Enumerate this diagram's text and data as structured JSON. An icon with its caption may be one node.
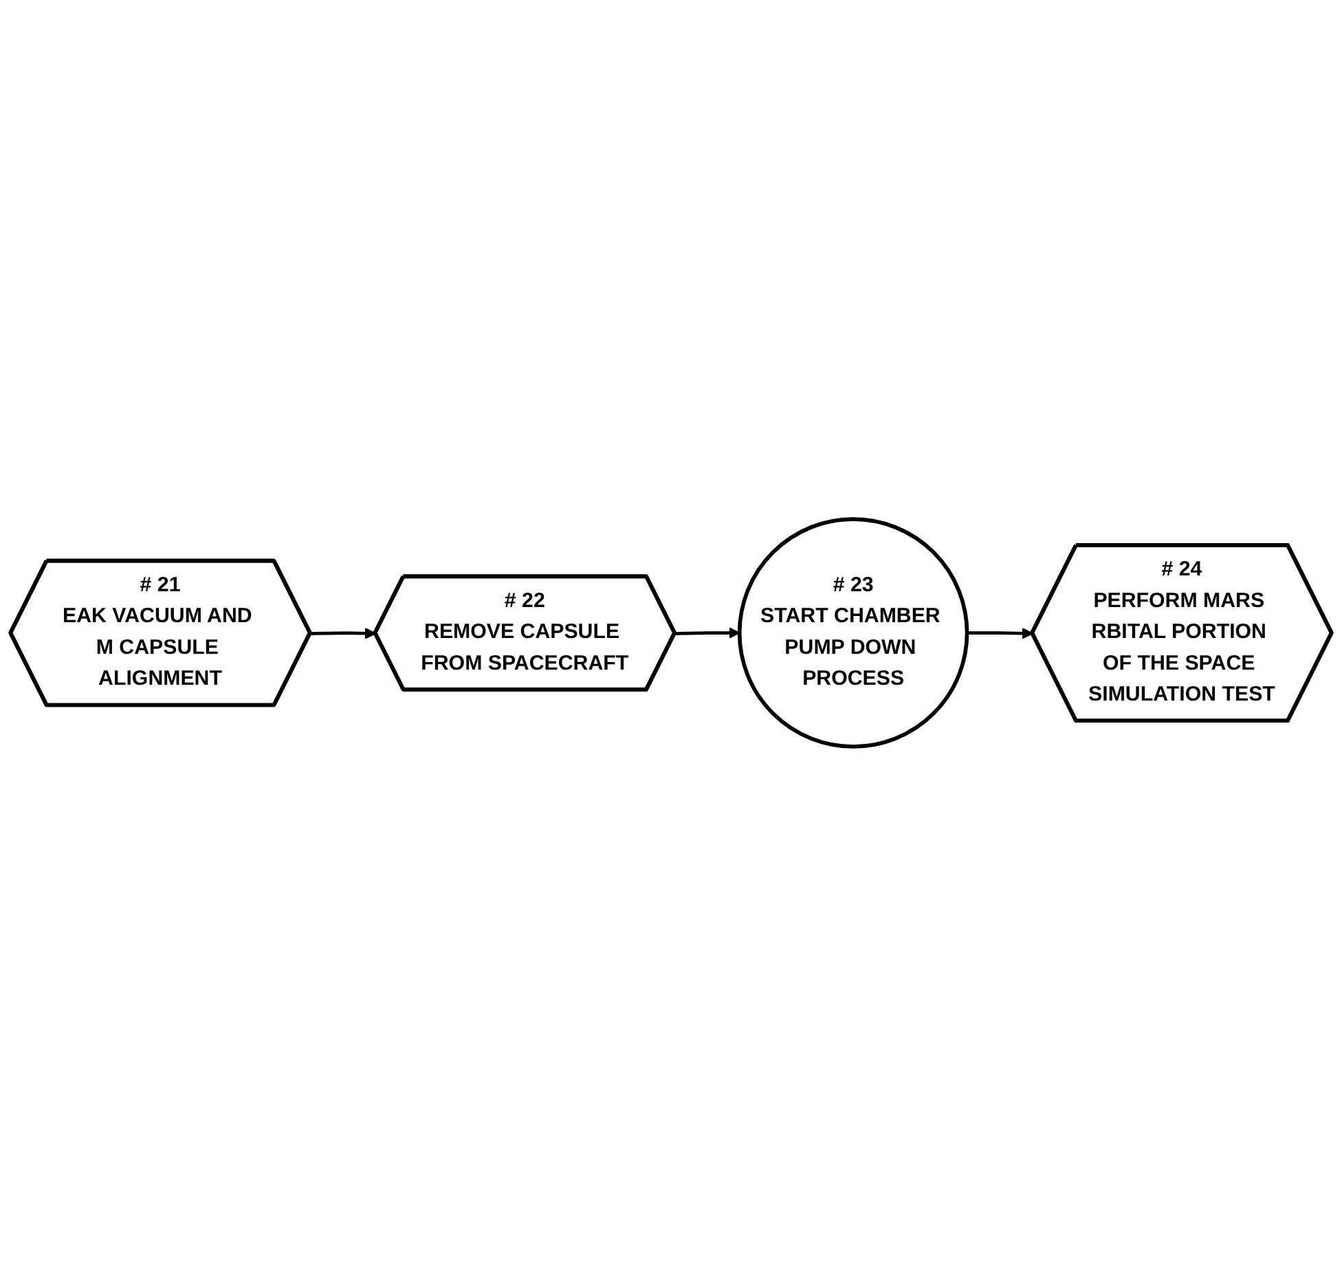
{
  "diagram": {
    "nodes": [
      {
        "text": [
          "# 21",
          "EAK VACUUM AND M CAPSULE ALIGNMENT"
        ]
      },
      {
        "text": [
          "# 22",
          "REMOVE CAPSULE FROM SPACECRAFT"
        ]
      },
      {
        "text": [
          "# 23",
          "START CHAMBER PUMP DOWN PROCESS"
        ]
      },
      {
        "text": [
          "# 24",
          "PERFORM MARS RBITAL PORTION OF THE SPACE SIMULATION TEST"
        ]
      }
    ],
    "edges": [
      {
        "from": 0,
        "to": 1,
        "arrow": "to"
      },
      {
        "from": 1,
        "to": 2,
        "arrow": "to"
      },
      {
        "from": 2,
        "to": 3,
        "arrow": "to"
      }
    ]
  }
}
